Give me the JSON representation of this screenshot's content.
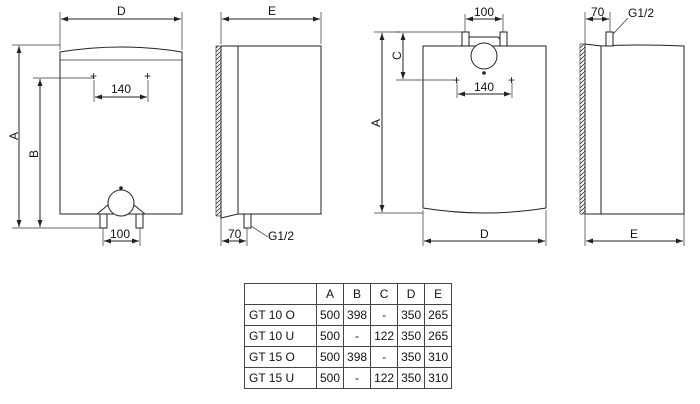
{
  "labels": {
    "A": "A",
    "B": "B",
    "C": "C",
    "D": "D",
    "E": "E",
    "w140": "140",
    "w100": "100",
    "w70": "70",
    "thread": "G1/2"
  },
  "table": {
    "headers": [
      "",
      "A",
      "B",
      "C",
      "D",
      "E"
    ],
    "rows": [
      [
        "GT 10 O",
        "500",
        "398",
        "-",
        "350",
        "265"
      ],
      [
        "GT 10 U",
        "500",
        "-",
        "122",
        "350",
        "265"
      ],
      [
        "GT 15 O",
        "500",
        "398",
        "-",
        "350",
        "310"
      ],
      [
        "GT 15 U",
        "500",
        "-",
        "122",
        "350",
        "310"
      ]
    ]
  }
}
